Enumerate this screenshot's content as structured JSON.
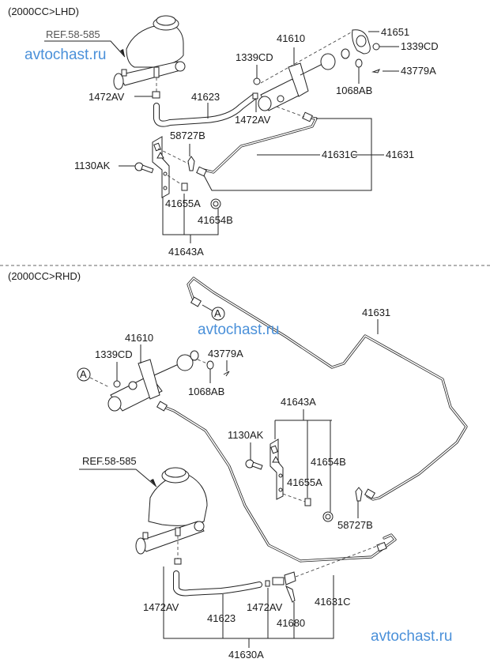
{
  "sections": {
    "lhd": {
      "title": "(2000CC>LHD)",
      "labels": {
        "ref": "REF.58-585",
        "p41610": "41610",
        "p41651": "41651",
        "p1339cd_a": "1339CD",
        "p1339cd_b": "1339CD",
        "p43779a": "43779A",
        "p1068ab": "1068AB",
        "p1472av_a": "1472AV",
        "p1472av_b": "1472AV",
        "p41623": "41623",
        "p58727b": "58727B",
        "p1130ak": "1130AK",
        "p41631c": "41631C",
        "p41631": "41631",
        "p41655a": "41655A",
        "p41654b": "41654B",
        "p41643a": "41643A"
      }
    },
    "rhd": {
      "title": "(2000CC>RHD)",
      "labels": {
        "callout_a1": "A",
        "callout_a2": "A",
        "p41631": "41631",
        "p41610": "41610",
        "p1339cd": "1339CD",
        "p43779a": "43779A",
        "p1068ab": "1068AB",
        "p41643a": "41643A",
        "p1130ak": "1130AK",
        "p41654b": "41654B",
        "p41655a": "41655A",
        "p58727b": "58727B",
        "ref": "REF.58-585",
        "p1472av_a": "1472AV",
        "p41623": "41623",
        "p1472av_b": "1472AV",
        "p41680": "41680",
        "p41631c": "41631C",
        "p41630a": "41630A"
      }
    }
  },
  "watermarks": [
    "avtochast.ru",
    "avtochast.ru",
    "avtochast.ru"
  ],
  "colors": {
    "watermark": "#4a90d9",
    "line": "#222222"
  }
}
